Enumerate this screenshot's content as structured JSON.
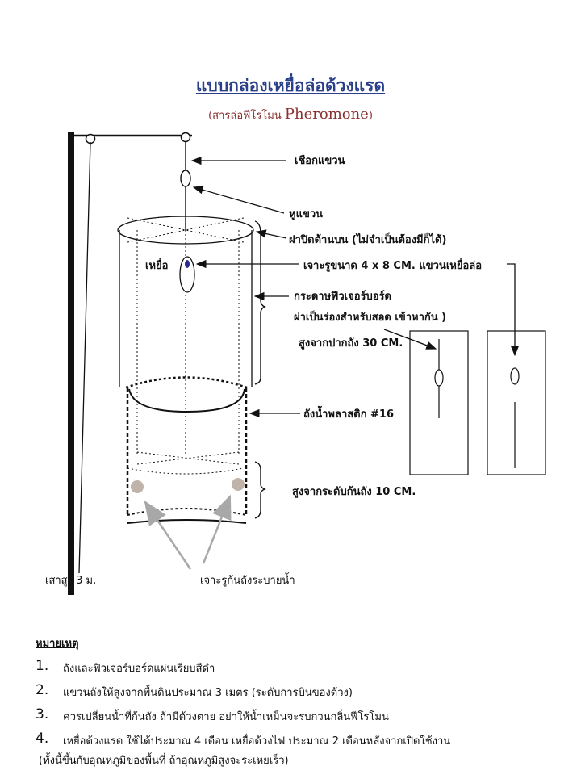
{
  "title": "แบบกล่องเหยื่อล่อด้วงแรด",
  "subtitle": {
    "prefix": "(สารล่อฟีโรโมน ",
    "english": "Pheromone",
    "suffix": ")"
  },
  "labels": {
    "rope": "เชือกแขวน",
    "hanger": "หูแขวน",
    "lid": "ฝาปิดด้านบน (ไม่จำเป็นต้องมีก็ได้)",
    "bait": "เหยื่อ",
    "hole": "เจาะรูขนาด 4 x  8  CM.  แขวนเหยื่อล่อ",
    "board_line1": "กระดาษฟิวเจอร์บอร์ด",
    "board_line2": "ผ่าเป็นร่องสำหรับสอด เข้าหากัน )",
    "height_top": "สูงจากปากถัง 30 CM.",
    "bucket": "ถังน้ำพลาสติก #16",
    "height_bottom": "สูงจากระดับก้นถัง   10 CM.",
    "pole": "เสาสูง 3 ม.",
    "drain": "เจาะรูก้นถังระบายน้ำ"
  },
  "notes": {
    "heading": "หมายเหตุ",
    "items": [
      {
        "num": "1.",
        "text": "ถังและฟิวเจอร์บอร์ดแผ่นเรียบสีดำ"
      },
      {
        "num": "2.",
        "text": "แขวนถังให้สูงจากพื้นดินประมาณ 3 เมตร (ระดับการบินของด้วง)"
      },
      {
        "num": "3.",
        "text": "ควรเปลี่ยนน้ำที่ก้นถัง ถ้ามีด้วงตาย  อย่าให้น้ำเหม็นจะรบกวนกลิ่นฟีโรโมน"
      },
      {
        "num": "4.",
        "text": "เหยื่อด้วงแรด ใช้ได้ประมาณ 4 เดือน  เหยื่อด้วงไฟ  ประมาณ 2 เดือนหลังจากเปิดใช้งาน"
      }
    ],
    "continuation": "(ทั้งนี้ขึ้นกับอุณหภูมิของพื้นที่  ถ้าอุณหภูมิสูงจะระเหยเร็ว)"
  },
  "colors": {
    "title": "#2a3f8a",
    "subtitle": "#8a3030",
    "hole": "#c0b3aa",
    "bait": "#2a2a8a"
  }
}
